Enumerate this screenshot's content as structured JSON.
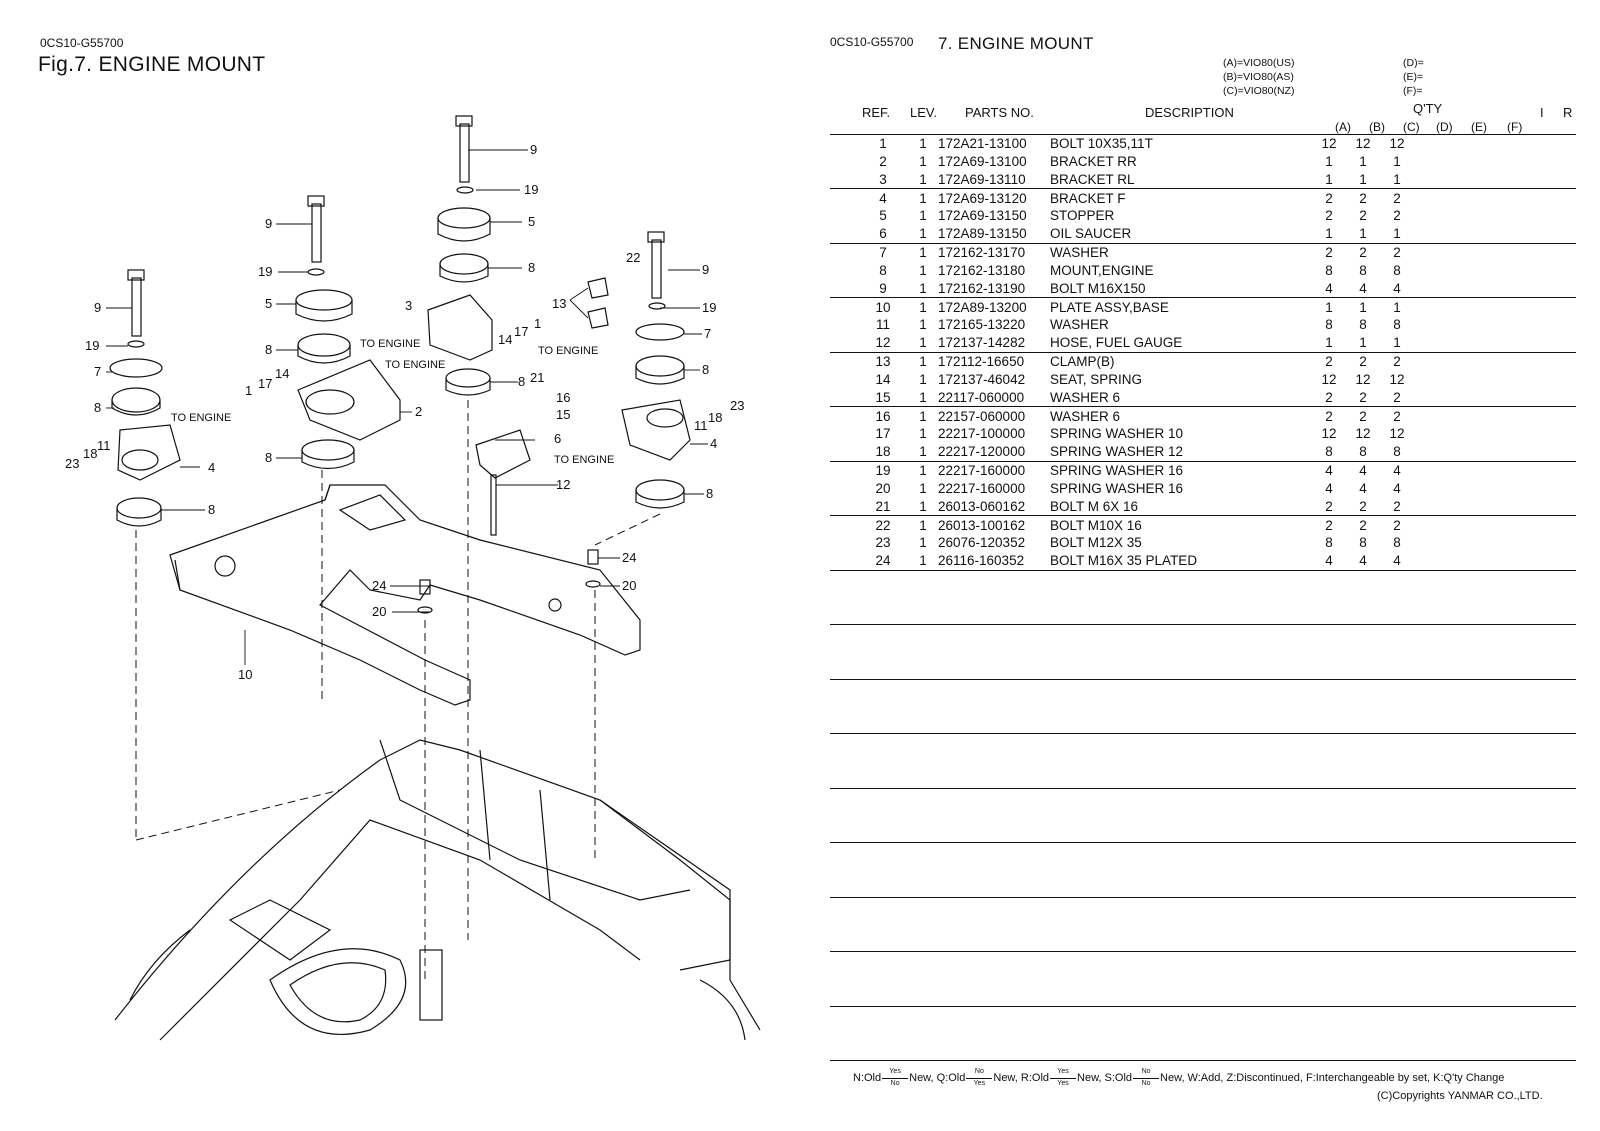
{
  "left": {
    "code": "0CS10-G55700",
    "fig_title": "Fig.7.  ENGINE MOUNT",
    "callouts": [
      "1",
      "2",
      "3",
      "4",
      "5",
      "6",
      "7",
      "8",
      "9",
      "10",
      "11",
      "12",
      "13",
      "14",
      "15",
      "16",
      "17",
      "18",
      "19",
      "20",
      "21",
      "22",
      "23",
      "24"
    ],
    "to_engine": "TO ENGINE"
  },
  "right": {
    "code": "0CS10-G55700",
    "title": "7.  ENGINE MOUNT",
    "models_left": [
      "(A)=VIO80(US)",
      "(B)=VIO80(AS)",
      "(C)=VIO80(NZ)"
    ],
    "models_right": [
      "(D)=",
      "(E)=",
      "(F)="
    ],
    "headers": {
      "ref": "REF.",
      "lev": "LEV.",
      "parts_no": "PARTS NO.",
      "description": "DESCRIPTION",
      "qty": "Q'TY",
      "i": "I",
      "r": "R",
      "cols": [
        "(A)",
        "(B)",
        "(C)",
        "(D)",
        "(E)",
        "(F)"
      ]
    },
    "rows": [
      {
        "ref": "1",
        "lev": "1",
        "part": "172A21-13100",
        "desc": "BOLT 10X35,11T",
        "a": "12",
        "b": "12",
        "c": "12"
      },
      {
        "ref": "2",
        "lev": "1",
        "part": "172A69-13100",
        "desc": "BRACKET RR",
        "a": "1",
        "b": "1",
        "c": "1"
      },
      {
        "ref": "3",
        "lev": "1",
        "part": "172A69-13110",
        "desc": "BRACKET RL",
        "a": "1",
        "b": "1",
        "c": "1"
      },
      {
        "ref": "4",
        "lev": "1",
        "part": "172A69-13120",
        "desc": "BRACKET F",
        "a": "2",
        "b": "2",
        "c": "2"
      },
      {
        "ref": "5",
        "lev": "1",
        "part": "172A69-13150",
        "desc": "STOPPER",
        "a": "2",
        "b": "2",
        "c": "2"
      },
      {
        "ref": "6",
        "lev": "1",
        "part": "172A89-13150",
        "desc": "OIL SAUCER",
        "a": "1",
        "b": "1",
        "c": "1"
      },
      {
        "ref": "7",
        "lev": "1",
        "part": "172162-13170",
        "desc": "WASHER",
        "a": "2",
        "b": "2",
        "c": "2"
      },
      {
        "ref": "8",
        "lev": "1",
        "part": "172162-13180",
        "desc": "MOUNT,ENGINE",
        "a": "8",
        "b": "8",
        "c": "8"
      },
      {
        "ref": "9",
        "lev": "1",
        "part": "172162-13190",
        "desc": "BOLT M16X150",
        "a": "4",
        "b": "4",
        "c": "4"
      },
      {
        "ref": "10",
        "lev": "1",
        "part": "172A89-13200",
        "desc": "PLATE ASSY,BASE",
        "a": "1",
        "b": "1",
        "c": "1"
      },
      {
        "ref": "11",
        "lev": "1",
        "part": "172165-13220",
        "desc": "WASHER",
        "a": "8",
        "b": "8",
        "c": "8"
      },
      {
        "ref": "12",
        "lev": "1",
        "part": "172137-14282",
        "desc": "HOSE, FUEL GAUGE",
        "a": "1",
        "b": "1",
        "c": "1"
      },
      {
        "ref": "13",
        "lev": "1",
        "part": "172112-16650",
        "desc": "CLAMP(B)",
        "a": "2",
        "b": "2",
        "c": "2"
      },
      {
        "ref": "14",
        "lev": "1",
        "part": "172137-46042",
        "desc": "SEAT, SPRING",
        "a": "12",
        "b": "12",
        "c": "12"
      },
      {
        "ref": "15",
        "lev": "1",
        "part": "22117-060000",
        "desc": "WASHER  6",
        "a": "2",
        "b": "2",
        "c": "2"
      },
      {
        "ref": "16",
        "lev": "1",
        "part": "22157-060000",
        "desc": "WASHER  6",
        "a": "2",
        "b": "2",
        "c": "2"
      },
      {
        "ref": "17",
        "lev": "1",
        "part": "22217-100000",
        "desc": "SPRING WASHER 10",
        "a": "12",
        "b": "12",
        "c": "12"
      },
      {
        "ref": "18",
        "lev": "1",
        "part": "22217-120000",
        "desc": "SPRING WASHER 12",
        "a": "8",
        "b": "8",
        "c": "8"
      },
      {
        "ref": "19",
        "lev": "1",
        "part": "22217-160000",
        "desc": "SPRING WASHER 16",
        "a": "4",
        "b": "4",
        "c": "4"
      },
      {
        "ref": "20",
        "lev": "1",
        "part": "22217-160000",
        "desc": "SPRING WASHER 16",
        "a": "4",
        "b": "4",
        "c": "4"
      },
      {
        "ref": "21",
        "lev": "1",
        "part": "26013-060162",
        "desc": "BOLT M 6X 16",
        "a": "2",
        "b": "2",
        "c": "2"
      },
      {
        "ref": "22",
        "lev": "1",
        "part": "26013-100162",
        "desc": "BOLT M10X 16",
        "a": "2",
        "b": "2",
        "c": "2"
      },
      {
        "ref": "23",
        "lev": "1",
        "part": "26076-120352",
        "desc": "BOLT M12X 35",
        "a": "8",
        "b": "8",
        "c": "8"
      },
      {
        "ref": "24",
        "lev": "1",
        "part": "26116-160352",
        "desc": "BOLT M16X 35 PLATED",
        "a": "4",
        "b": "4",
        "c": "4"
      }
    ],
    "legend": {
      "n": "N:Old",
      "q": "New, Q:Old",
      "r": "New, R:Old",
      "s": "New, S:Old",
      "tail": "New, W:Add, Z:Discontinued, F:Interchangeable by set, K:Q'ty Change",
      "yes": "Yes",
      "no": "No"
    },
    "copyright": "(C)Copyrights YANMAR CO.,LTD."
  }
}
